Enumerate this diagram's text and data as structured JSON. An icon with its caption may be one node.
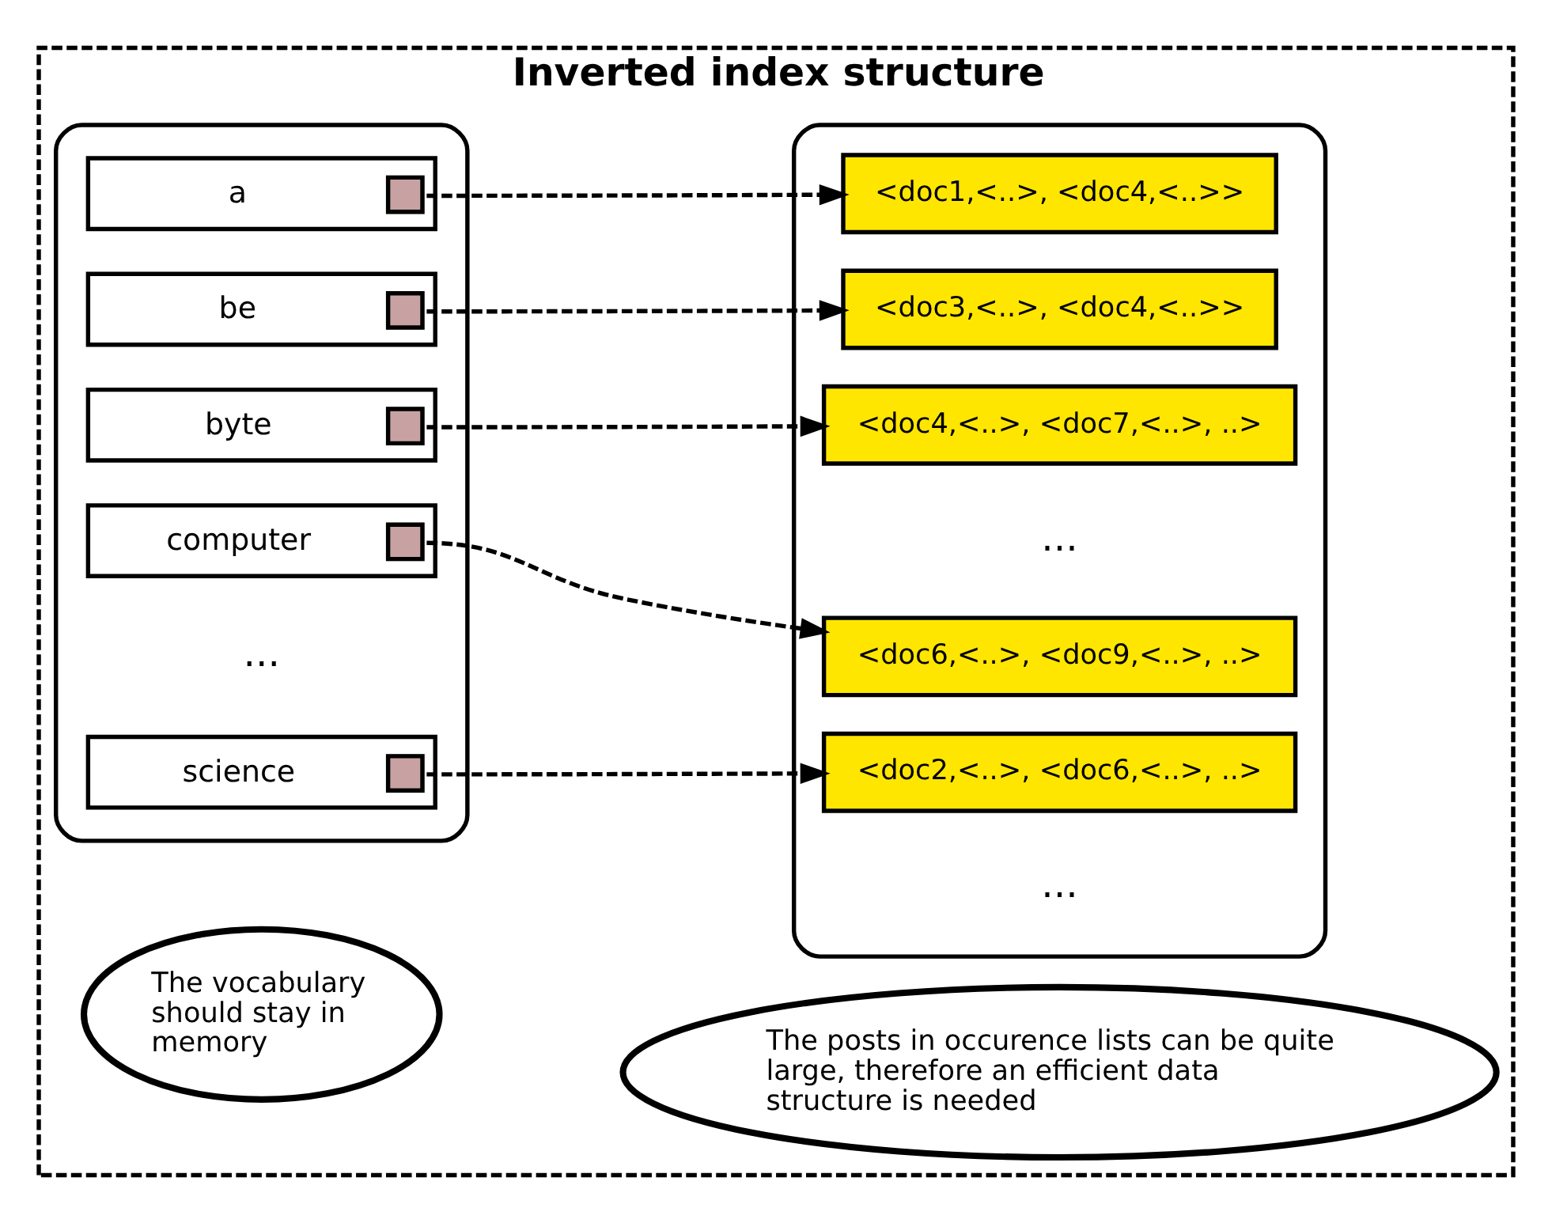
{
  "diagram": {
    "nodes": [
      {
        "text": [
          "Inverted index structure"
        ]
      },
      {
        "text": [
          "The vocabulary should stay in memory"
        ],
        "in": 0
      },
      {
        "text": [
          "The posts in occurence lists can be quite large, therefore an efficient data structure is needed"
        ],
        "in": 0
      },
      {
        "text": [],
        "shape": "box",
        "in": 0
      },
      {
        "text": [
          "a"
        ],
        "in": 3
      },
      {
        "text": [
          "be"
        ],
        "in": 3
      },
      {
        "text": [
          "byte"
        ],
        "in": 3
      },
      {
        "text": [
          "computer"
        ],
        "in": 3
      },
      {
        "text": [
          "science"
        ],
        "in": 3
      },
      {
        "text": [],
        "shape": "box",
        "in": 0
      },
      {
        "text": [
          "<doc1,<..>, <doc4,<..>>"
        ],
        "in": 9
      },
      {
        "text": [
          "<doc3,<..>, <doc4,<..>>"
        ],
        "in": 9
      },
      {
        "text": [
          "<doc4,<..>, <doc7,<..>, ..>"
        ],
        "in": 9
      },
      {
        "text": [
          "<doc6,<..>, <doc9,<..>, ..>"
        ],
        "in": 9
      },
      {
        "text": [
          "<doc2,<..>, <doc6,<..>, ..>"
        ],
        "in": 9
      }
    ],
    "edges": [
      {
        "from": 4,
        "to": 10,
        "arrow": "to",
        "style": "dashed"
      },
      {
        "from": 5,
        "to": 11,
        "arrow": "to",
        "style": "dashed"
      },
      {
        "from": 6,
        "to": 12,
        "arrow": "to",
        "style": "dashed"
      },
      {
        "from": 7,
        "to": 13,
        "arrow": "to",
        "style": "dashed"
      },
      {
        "from": 8,
        "to": 14,
        "arrow": "to",
        "style": "dashed"
      }
    ],
    "labels": [
      "...",
      "...",
      "..."
    ]
  }
}
